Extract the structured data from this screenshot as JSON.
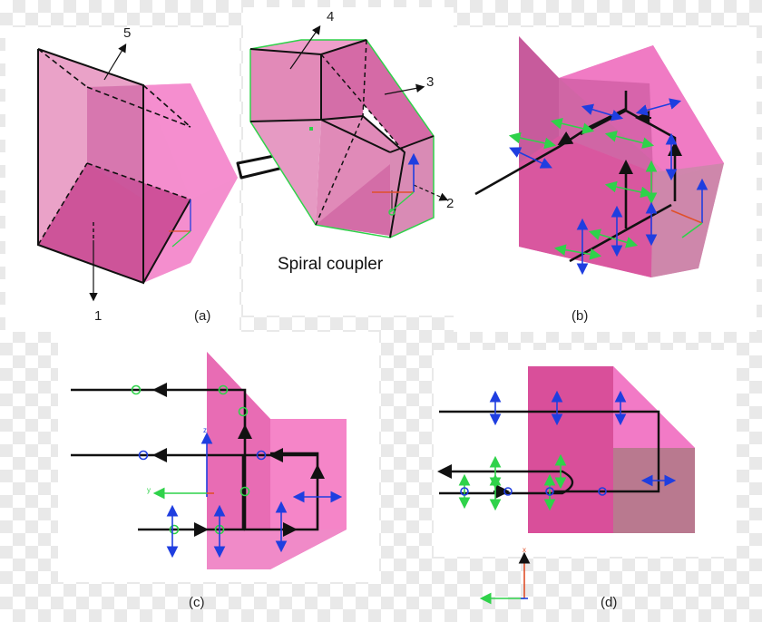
{
  "colors": {
    "magenta": "#d8559a",
    "pink": "#f27ac6",
    "field_blue": "#1f3ee0",
    "field_green": "#2fd24a",
    "axis_red": "#e0502a"
  },
  "panel_a": {
    "caption": "(a)",
    "numbers": {
      "one": "1",
      "five": "5"
    }
  },
  "coupler": {
    "title": "Spiral coupler",
    "numbers": {
      "two": "2",
      "three": "3",
      "four": "4"
    }
  },
  "panel_b": {
    "caption": "(b)"
  },
  "panel_c": {
    "caption": "(c)"
  },
  "panel_d": {
    "caption": "(d)"
  },
  "axes": {
    "x": "x",
    "y": "y",
    "z": "z"
  },
  "icons": [
    "arrow-right-icon",
    "axis-triad-icon",
    "double-arrow-icon",
    "circle-marker-icon"
  ]
}
